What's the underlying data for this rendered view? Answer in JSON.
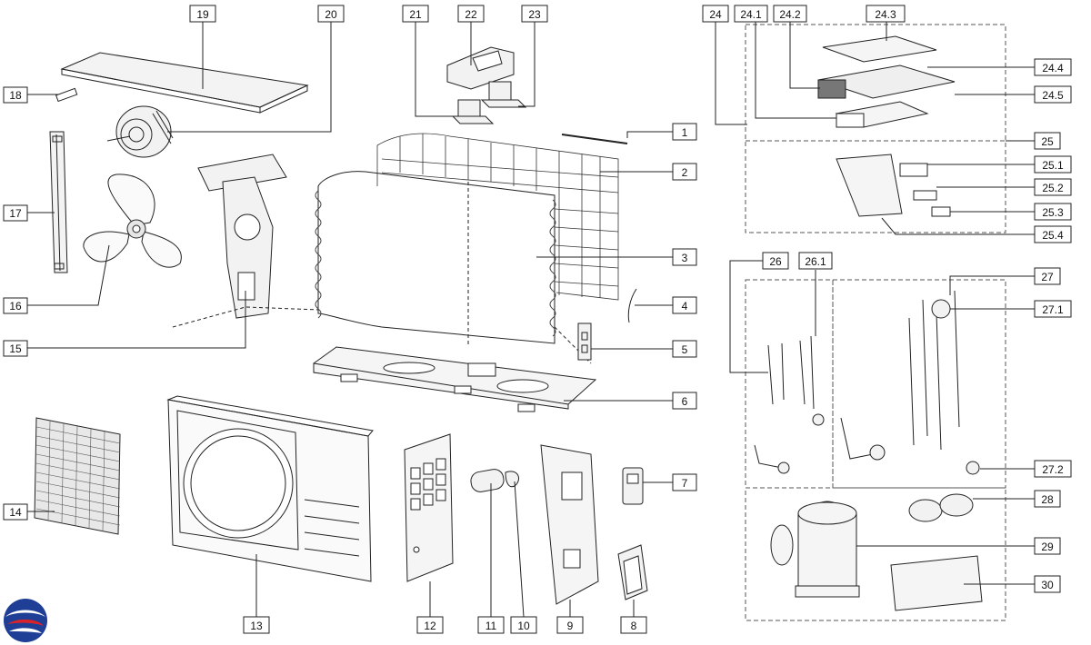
{
  "labels": {
    "p1": "1",
    "p2": "2",
    "p3": "3",
    "p4": "4",
    "p5": "5",
    "p6": "6",
    "p7": "7",
    "p8": "8",
    "p9": "9",
    "p10": "10",
    "p11": "11",
    "p12": "12",
    "p13": "13",
    "p14": "14",
    "p15": "15",
    "p16": "16",
    "p17": "17",
    "p18": "18",
    "p19": "19",
    "p20": "20",
    "p21": "21",
    "p22": "22",
    "p23": "23",
    "p24": "24",
    "p24_1": "24.1",
    "p24_2": "24.2",
    "p24_3": "24.3",
    "p24_4": "24.4",
    "p24_5": "24.5",
    "p25": "25",
    "p25_1": "25.1",
    "p25_2": "25.2",
    "p25_3": "25.3",
    "p25_4": "25.4",
    "p26": "26",
    "p26_1": "26.1",
    "p27": "27",
    "p27_1": "27.1",
    "p27_2": "27.2",
    "p28": "28",
    "p29": "29",
    "p30": "30"
  },
  "colors": {
    "line": "#222222",
    "logo_blue": "#1f3f96",
    "logo_red": "#d8232a"
  },
  "icons": {
    "logo": "brand-logo-icon"
  }
}
